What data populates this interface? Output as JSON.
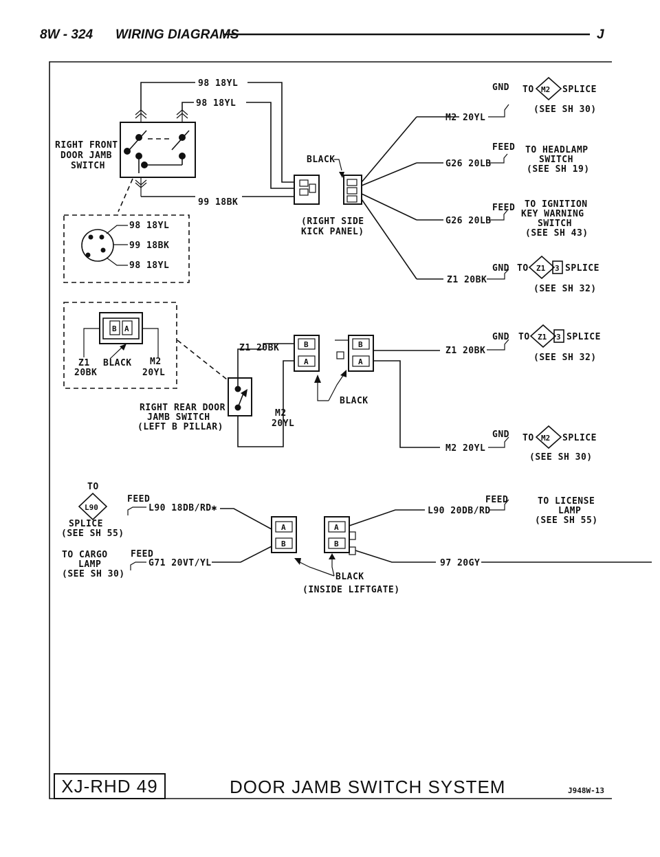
{
  "header": {
    "page": "8W - 324",
    "title": "WIRING DIAGRAMS",
    "marker": "J"
  },
  "footer": {
    "page_id": "XJ-RHD 49",
    "system_title": "DOOR JAMB SWITCH SYSTEM",
    "figure_code": "J948W-13"
  },
  "components": {
    "right_front_switch": [
      "RIGHT FRONT",
      "DOOR JAMB",
      "SWITCH"
    ],
    "right_rear_switch": [
      "RIGHT REAR DOOR",
      "JAMB SWITCH",
      "(LEFT B PILLAR)"
    ],
    "kick_panel": [
      "(RIGHT SIDE",
      "KICK PANEL)"
    ],
    "liftgate": "(INSIDE LIFTGATE)"
  },
  "wires": {
    "w98_a": "98 18YL",
    "w98_b": "98 18YL",
    "w99": "99 18BK",
    "legend_98_a": "98 18YL",
    "legend_99": "99 18BK",
    "legend_98_b": "98 18YL",
    "m2_top": "M2 20YL",
    "g26_a": "G26 20LB",
    "g26_b": "G26 20LB",
    "z1_a": "Z1 20BK",
    "z1_rear": "Z1 20BK",
    "z1_b": "Z1 20BK",
    "m2_rear_1": "M2",
    "m2_rear_2": "20YL",
    "m2_bottom": "M2 20YL",
    "l90_left": "L90 18DB/RD✱",
    "l90_right": "L90 20DB/RD",
    "g71": "G71 20VT/YL",
    "w97": "97 20GY",
    "rear_conn_z1_1": "Z1",
    "rear_conn_z1_2": "20BK",
    "rear_conn_m2_1": "M2",
    "rear_conn_m2_2": "20YL"
  },
  "labels": {
    "black": "BLACK",
    "gnd": "GND",
    "feed": "FEED",
    "to": "TO",
    "splice": "SPLICE",
    "pin_a": "A",
    "pin_b": "B"
  },
  "destinations": {
    "m2_splice_ref": "(SEE SH 30)",
    "m2_code": "M2",
    "headlamp": [
      "TO HEADLAMP",
      "SWITCH",
      "(SEE SH 19)"
    ],
    "ignition": [
      "TO IGNITION",
      "KEY WARNING",
      "SWITCH",
      "(SEE SH 43)"
    ],
    "z1_code": "Z1",
    "z1_pin": "3",
    "z1_ref_a": "(SEE SH 32)",
    "z1_ref_b": "(SEE SH 32)",
    "m2_ref_b": "(SEE SH 30)",
    "l90_code": "L90",
    "l90_splice": "SPLICE",
    "l90_ref": "(SEE SH 55)",
    "license": [
      "TO LICENSE",
      "LAMP",
      "(SEE SH 55)"
    ],
    "cargo": [
      "TO CARGO",
      "LAMP",
      "(SEE SH 30)"
    ]
  }
}
